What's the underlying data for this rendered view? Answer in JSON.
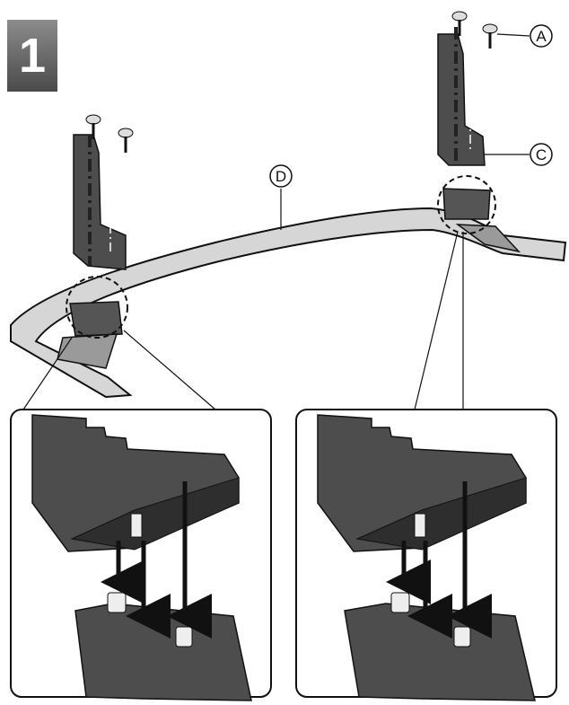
{
  "step": {
    "number": "1"
  },
  "callouts": {
    "a": "A",
    "c": "C",
    "d": "D"
  },
  "colors": {
    "part_fill": "#d9d9d9",
    "dark_fill": "#4d4d4d",
    "mid_fill": "#8a8a8a",
    "stroke": "#111111",
    "badge": "#6b6b6b"
  },
  "icons": [
    "screw-icon",
    "bracket-icon",
    "base-arc-icon",
    "arrow-down-icon"
  ]
}
